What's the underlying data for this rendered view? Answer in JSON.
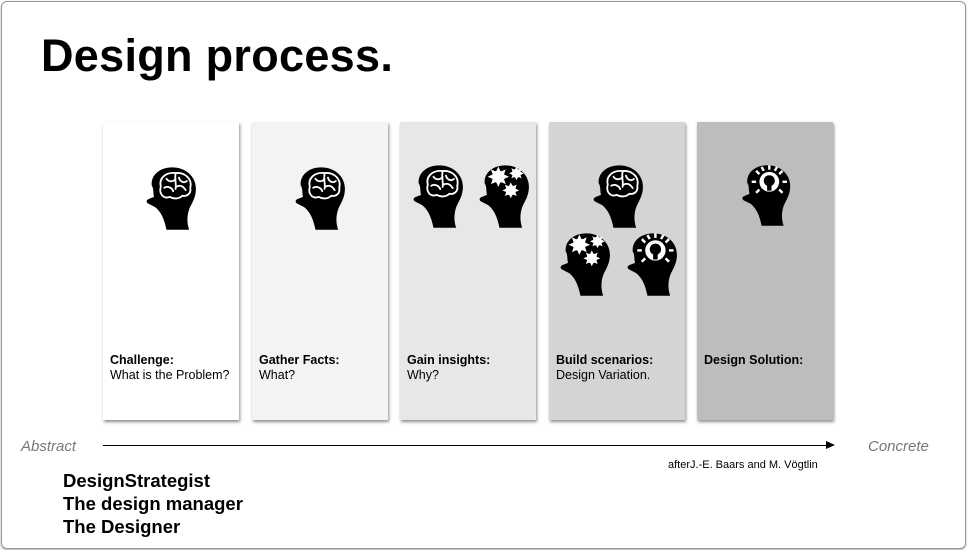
{
  "slide": {
    "title": "Design process."
  },
  "stages": [
    {
      "heading": "Challenge:",
      "subtext": "What is the Problem?",
      "background": "#ffffff"
    },
    {
      "heading": "Gather Facts:",
      "subtext": "What?",
      "background": "#f3f3f3"
    },
    {
      "heading": "Gain insights:",
      "subtext": "Why?",
      "background": "#e7e7e7"
    },
    {
      "heading": "Build scenarios:",
      "subtext": "Design Variation.",
      "background": "#d4d4d4"
    },
    {
      "heading": "Design Solution:",
      "subtext": "",
      "background": "#bdbdbd"
    }
  ],
  "axis": {
    "start_label": "Abstract",
    "end_label": "Concrete"
  },
  "credit": "afterJ.-E. Baars and M. Vögtlin",
  "roles": [
    "DesignStrategist",
    "The design manager",
    "The Designer"
  ],
  "icons": [
    "brain-head-icon",
    "gears-head-icon",
    "lightbulb-head-icon"
  ]
}
